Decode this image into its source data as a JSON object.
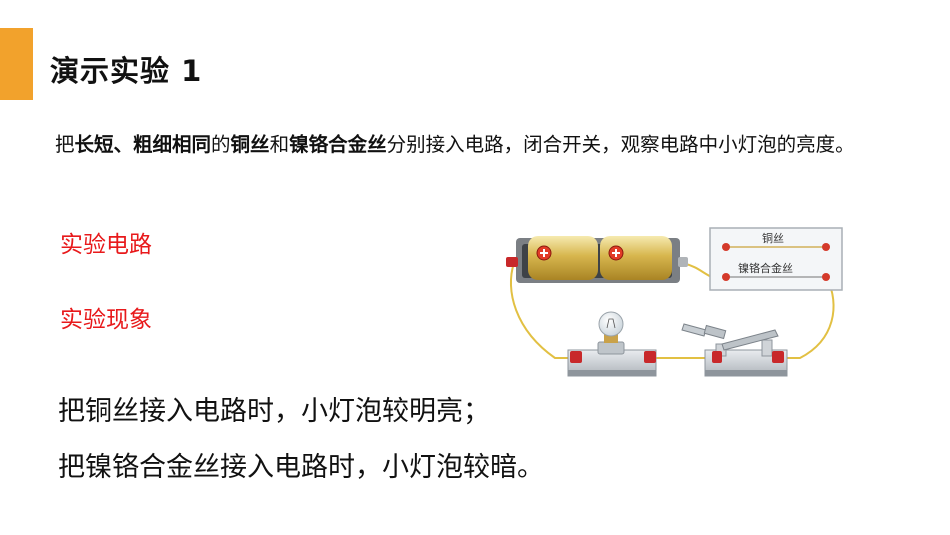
{
  "title": "演示实验 1",
  "intro": {
    "p1": "把",
    "b1": "长短、粗细相同",
    "p2": "的",
    "b2": "铜丝",
    "p3": "和",
    "b3": "镍铬合金丝",
    "p4": "分别接入电路，闭合开关，观察电路中小灯泡的亮度。"
  },
  "labels": {
    "circuit": "实验电路",
    "phenomenon": "实验现象"
  },
  "results": {
    "copper": "把铜丝接入电路时，小灯泡较明亮；",
    "nichrome": "把镍铬合金丝接入电路时，小灯泡较暗。"
  },
  "diagram": {
    "copper_wire_label": "铜丝",
    "nichrome_wire_label": "镍铬合金丝"
  },
  "colors": {
    "accent": "#F2A22C",
    "label_red": "#E8191B"
  }
}
